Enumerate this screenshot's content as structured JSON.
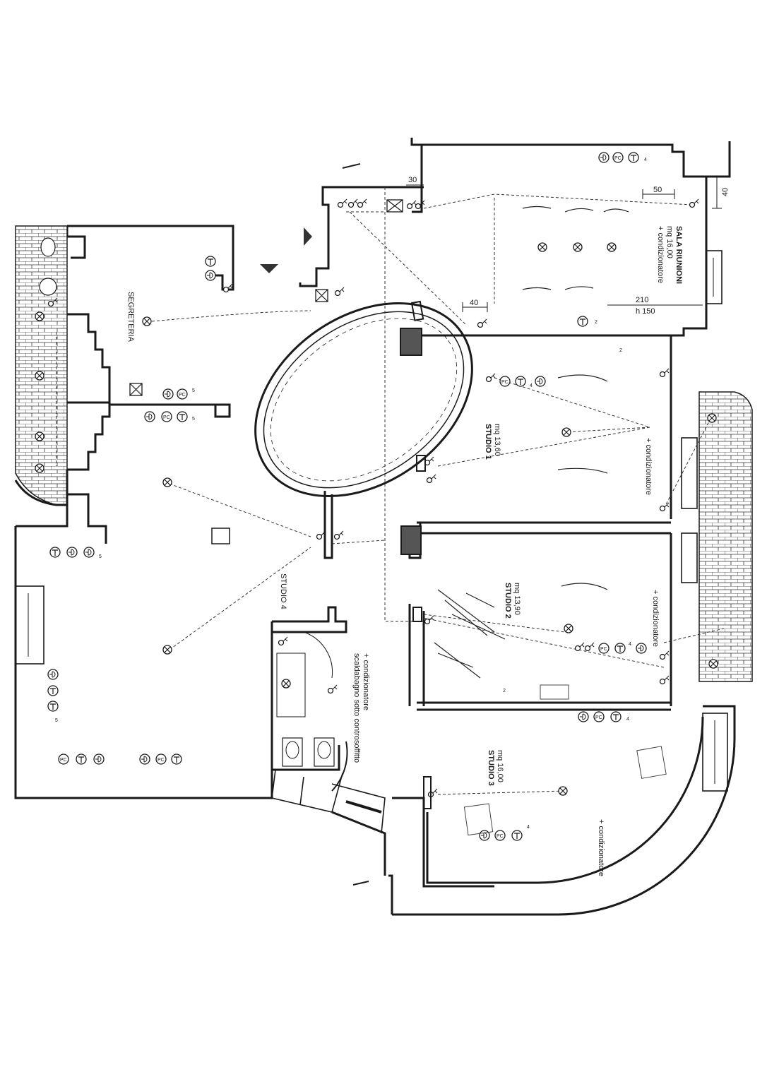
{
  "rooms": {
    "sala_riunioni": {
      "name": "SALA RIUNIONI",
      "area": "mq 16,00",
      "note": "+ condizionatore"
    },
    "segreteria": {
      "name": "SEGRETERIA"
    },
    "studio1": {
      "name": "STUDIO 1",
      "area": "mq 13,60",
      "note": "+ condizionatore"
    },
    "studio2": {
      "name": "STUDIO 2",
      "area": "mq 13,90",
      "note": "+ condizionatore"
    },
    "studio3": {
      "name": "STUDIO 3",
      "area": "mq 16,00",
      "note": "+ condizionatore"
    },
    "studio4": {
      "name": "STUDIO 4"
    },
    "bagno": {
      "note1": "+ condizionatore",
      "note2": "scaldabagno sotto controsoffitto"
    }
  },
  "dimensions": {
    "d30": "30",
    "d50": "50",
    "d40_top": "40",
    "d40_mid": "40",
    "d210": "210",
    "h150": "h 150"
  },
  "symbols": {
    "pc": "PC",
    "t": "T",
    "n2": "2",
    "n4": "4",
    "n5": "5"
  }
}
